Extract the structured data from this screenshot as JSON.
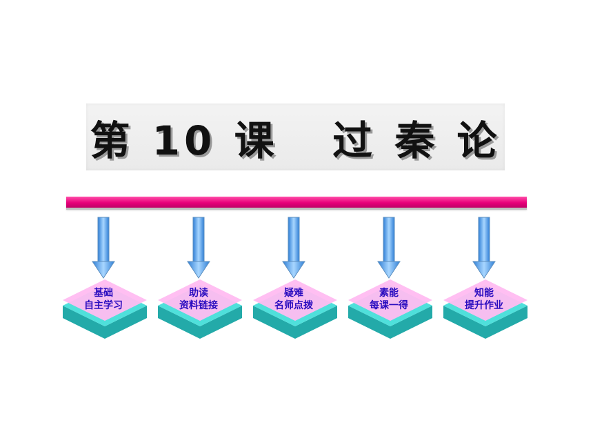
{
  "title": "第 10 课   过 秦 论",
  "colors": {
    "bar": "#e8007a",
    "arrow": "#5aa7f2",
    "box_top": "#ffb8f0",
    "box_side": "#3dd3cf",
    "label": "#2a0dbf"
  },
  "nodes": [
    {
      "line1": "基础",
      "line2": "自主学习"
    },
    {
      "line1": "助读",
      "line2": "资料链接"
    },
    {
      "line1": "疑难",
      "line2": "名师点拨"
    },
    {
      "line1": "素能",
      "line2": "每课一得"
    },
    {
      "line1": "知能",
      "line2": "提升作业"
    }
  ]
}
